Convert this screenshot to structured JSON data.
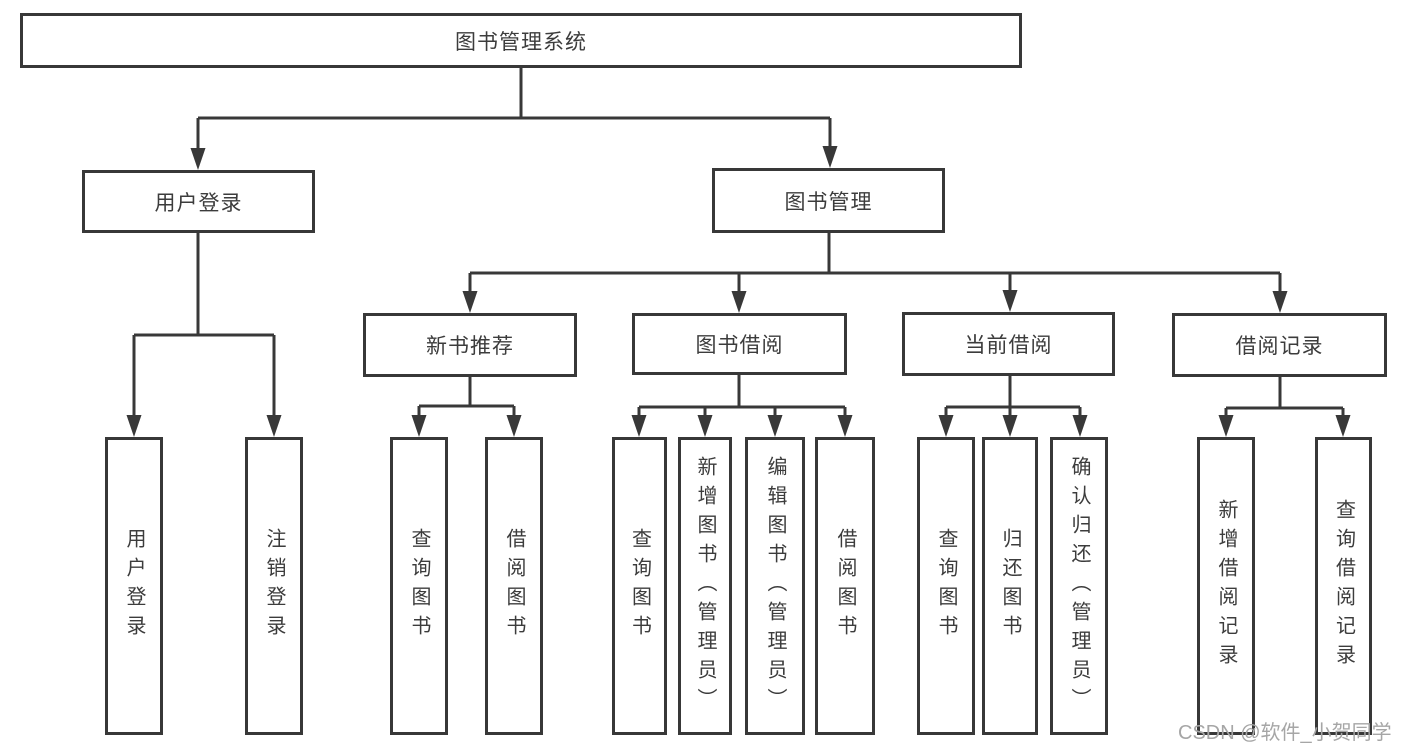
{
  "diagram": {
    "type": "hierarchy-tree",
    "nodes": {
      "root": {
        "label": "图书管理系统"
      },
      "level2": [
        {
          "label": "用户登录"
        },
        {
          "label": "图书管理"
        }
      ],
      "level3": [
        {
          "label": "新书推荐",
          "parent": "图书管理"
        },
        {
          "label": "图书借阅",
          "parent": "图书管理"
        },
        {
          "label": "当前借阅",
          "parent": "图书管理"
        },
        {
          "label": "借阅记录",
          "parent": "图书管理"
        }
      ],
      "leaves": [
        {
          "label": "用户登录",
          "parent": "用户登录"
        },
        {
          "label": "注销登录",
          "parent": "用户登录"
        },
        {
          "label": "查询图书",
          "parent": "新书推荐"
        },
        {
          "label": "借阅图书",
          "parent": "新书推荐"
        },
        {
          "label": "查询图书",
          "parent": "图书借阅"
        },
        {
          "label": "新增图书（管理员）",
          "parent": "图书借阅"
        },
        {
          "label": "编辑图书（管理员）",
          "parent": "图书借阅"
        },
        {
          "label": "借阅图书",
          "parent": "图书借阅"
        },
        {
          "label": "查询图书",
          "parent": "当前借阅"
        },
        {
          "label": "归还图书",
          "parent": "当前借阅"
        },
        {
          "label": "确认归还（管理员）",
          "parent": "当前借阅"
        },
        {
          "label": "新增借阅记录",
          "parent": "借阅记录"
        },
        {
          "label": "查询借阅记录",
          "parent": "借阅记录"
        }
      ]
    },
    "colors": {
      "line": "#383838",
      "box_border": "#383838",
      "text": "#3c3c3c",
      "background": "#ffffff"
    }
  },
  "watermark": {
    "text": "CSDN @软件_小贺同学",
    "color": "#a6a6a6"
  }
}
